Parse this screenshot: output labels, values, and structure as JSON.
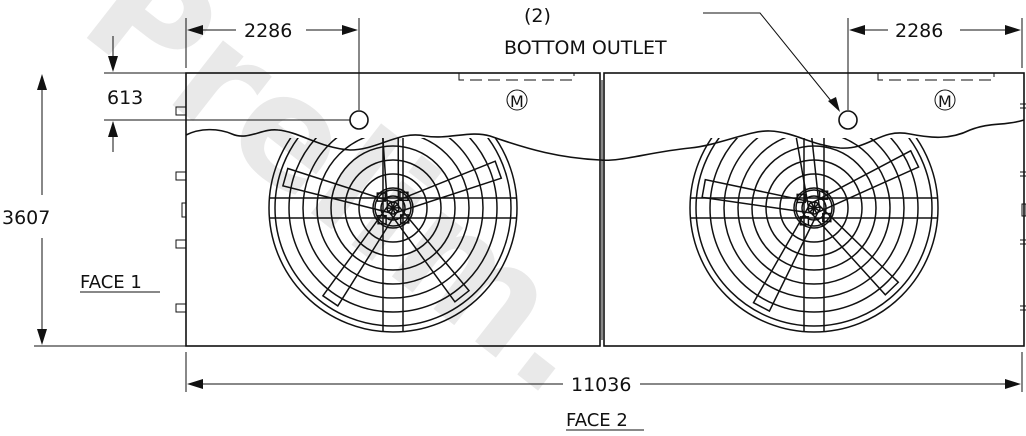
{
  "watermark": "Prelim.",
  "dimensions": {
    "left_offset": "2286",
    "right_offset": "2286",
    "outlet_height": "613",
    "overall_height": "3607",
    "overall_length": "11036"
  },
  "labels": {
    "outlet_qty": "(2)",
    "outlet_name": "BOTTOM OUTLET",
    "face_1": "FACE 1",
    "face_2": "FACE 2",
    "motor_left": "M",
    "motor_right": "M"
  }
}
